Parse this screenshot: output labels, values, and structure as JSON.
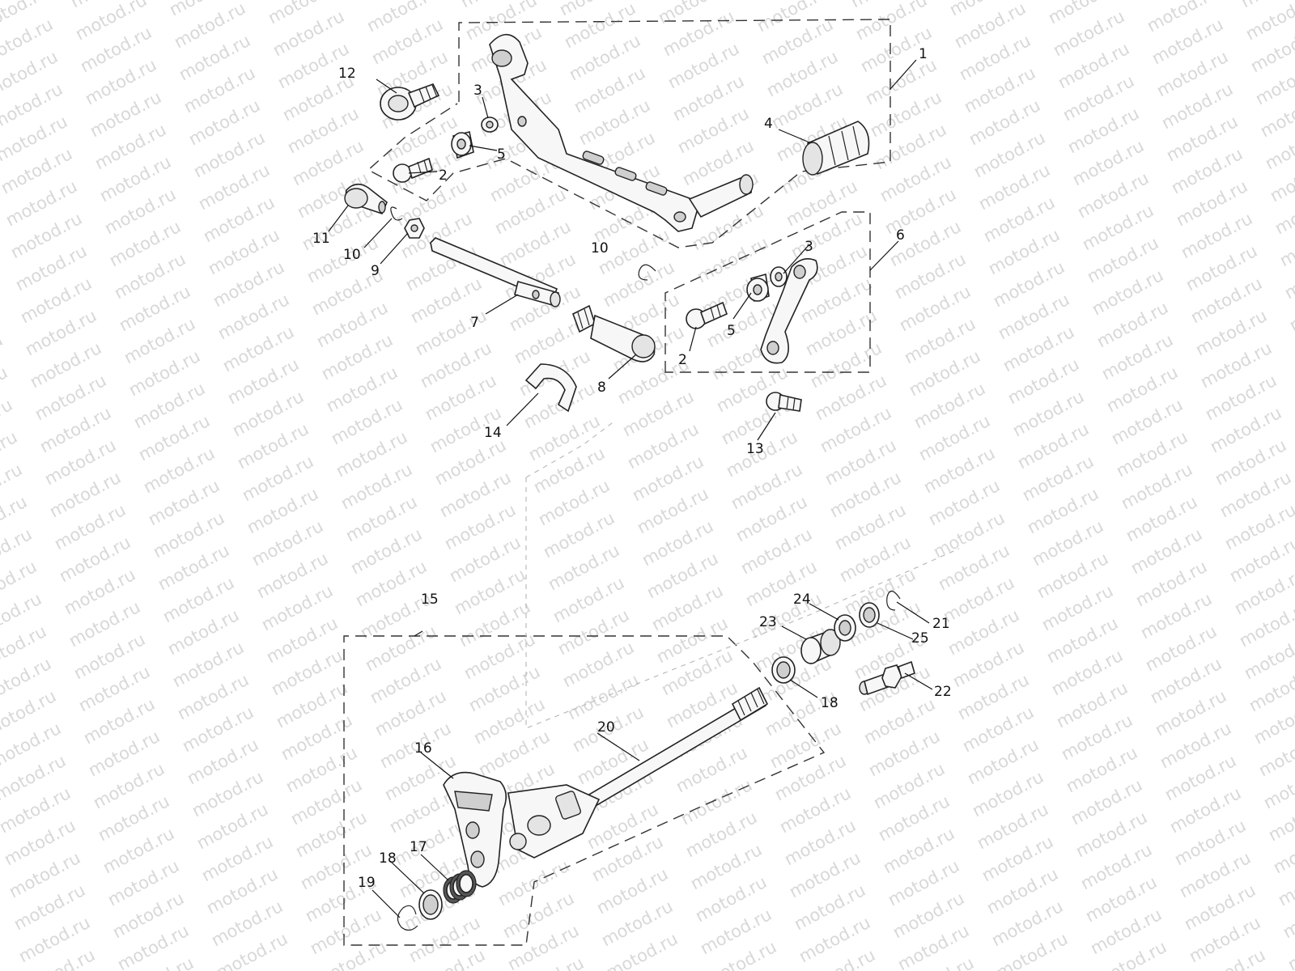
{
  "watermark": {
    "text": "motod.ru",
    "color": "#d8d8d8"
  },
  "diagram": {
    "colors": {
      "ink": "#222222",
      "fill": "#f7f7f7",
      "shade": "#e4e4e4"
    },
    "callouts": [
      {
        "id": "c1",
        "label": "1"
      },
      {
        "id": "c2a",
        "label": "2"
      },
      {
        "id": "c2b",
        "label": "2"
      },
      {
        "id": "c3a",
        "label": "3"
      },
      {
        "id": "c3b",
        "label": "3"
      },
      {
        "id": "c4",
        "label": "4"
      },
      {
        "id": "c5a",
        "label": "5"
      },
      {
        "id": "c5b",
        "label": "5"
      },
      {
        "id": "c6",
        "label": "6"
      },
      {
        "id": "c7",
        "label": "7"
      },
      {
        "id": "c8",
        "label": "8"
      },
      {
        "id": "c9",
        "label": "9"
      },
      {
        "id": "c10a",
        "label": "10"
      },
      {
        "id": "c10b",
        "label": "10"
      },
      {
        "id": "c11",
        "label": "11"
      },
      {
        "id": "c12",
        "label": "12"
      },
      {
        "id": "c13",
        "label": "13"
      },
      {
        "id": "c14",
        "label": "14"
      },
      {
        "id": "c15",
        "label": "15"
      },
      {
        "id": "c16",
        "label": "16"
      },
      {
        "id": "c17",
        "label": "17"
      },
      {
        "id": "c18a",
        "label": "18"
      },
      {
        "id": "c18b",
        "label": "18"
      },
      {
        "id": "c19",
        "label": "19"
      },
      {
        "id": "c20",
        "label": "20"
      },
      {
        "id": "c21",
        "label": "21"
      },
      {
        "id": "c22",
        "label": "22"
      },
      {
        "id": "c23",
        "label": "23"
      },
      {
        "id": "c24",
        "label": "24"
      },
      {
        "id": "c25",
        "label": "25"
      }
    ]
  }
}
